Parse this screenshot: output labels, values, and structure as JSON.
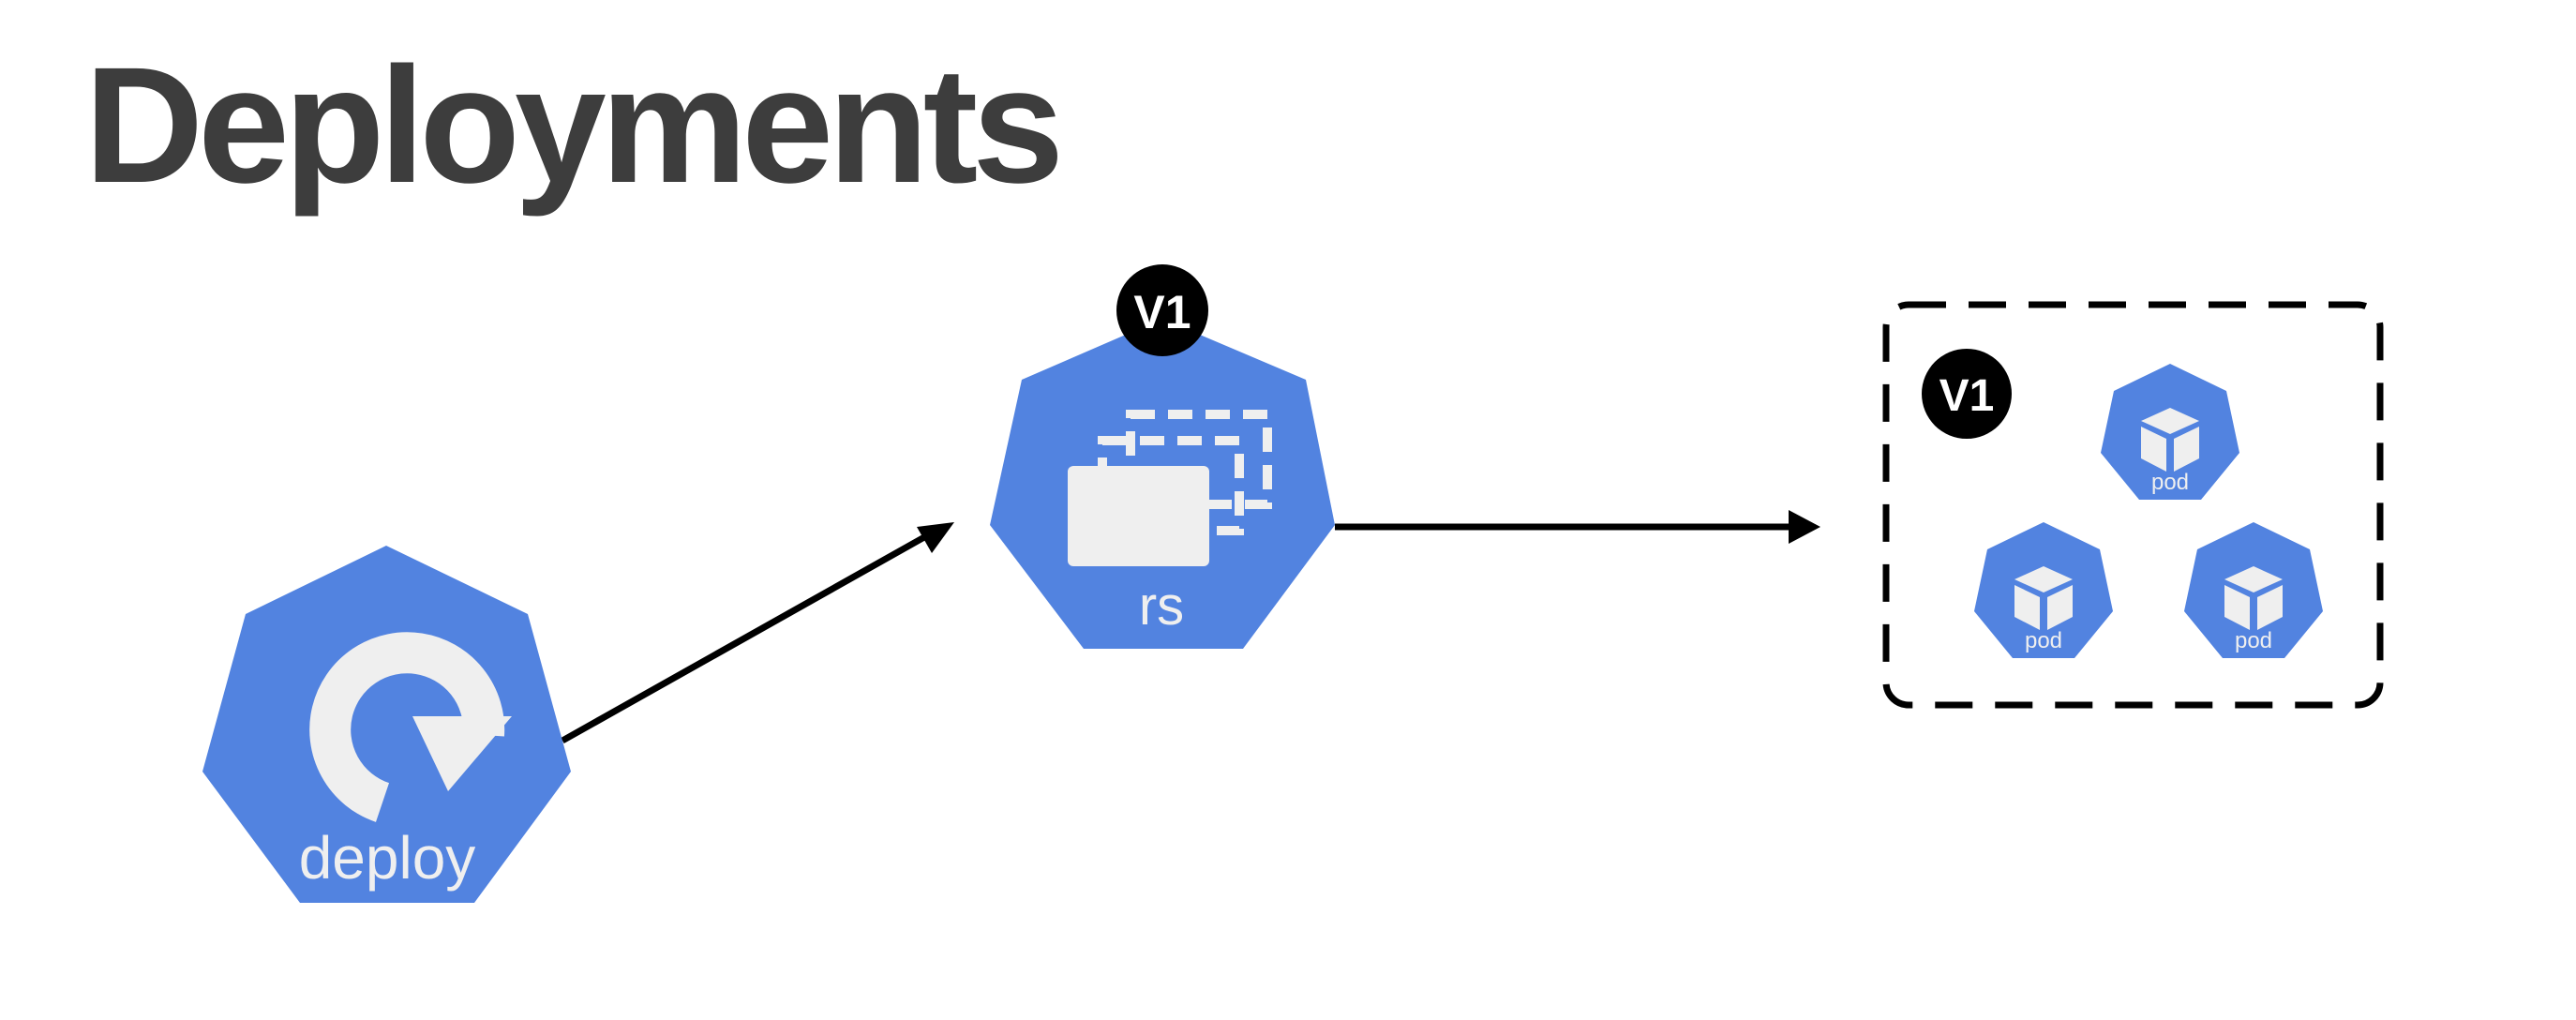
{
  "page": {
    "title": "Deployments"
  },
  "colors": {
    "node_fill": "#5283e0",
    "icon": "#efefef",
    "badge": "#000000",
    "title": "#3d3d3d"
  },
  "diagram": {
    "deployment": {
      "label": "deploy",
      "icon": "rotate-arrow-icon"
    },
    "replicaset": {
      "label": "rs",
      "icon": "stacked-frames-icon",
      "badge": "V1"
    },
    "pod_group": {
      "badge": "V1",
      "pods": [
        {
          "label": "pod",
          "icon": "cube-icon"
        },
        {
          "label": "pod",
          "icon": "cube-icon"
        },
        {
          "label": "pod",
          "icon": "cube-icon"
        }
      ]
    },
    "edges": [
      {
        "from": "deploy",
        "to": "rs"
      },
      {
        "from": "rs",
        "to": "pod_group"
      }
    ]
  }
}
